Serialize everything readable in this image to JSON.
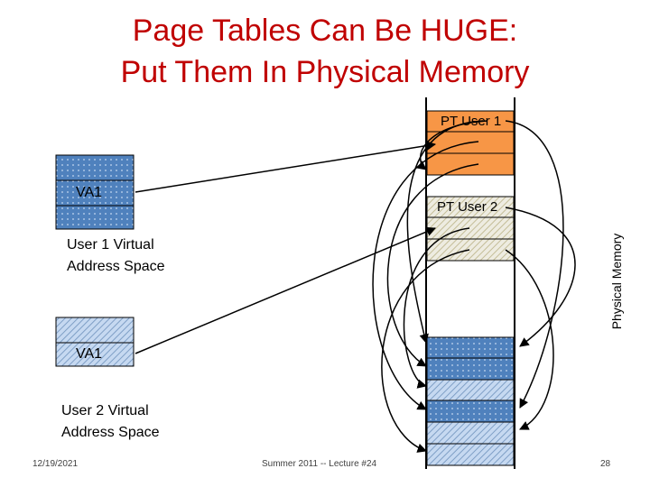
{
  "slide": {
    "title_line1": "Page Tables Can Be HUGE:",
    "title_line2": "Put Them In Physical Memory",
    "colors": {
      "title": "#c00000",
      "blue": "#4f81bd",
      "orange": "#f79646",
      "hatch": "#ddd9c3",
      "steel": "#8eb4e3"
    }
  },
  "diagram": {
    "pt_user1_label": "PT User 1",
    "pt_user2_label": "PT User 2",
    "physical_memory_label": "Physical Memory",
    "user1_va1_label": "VA1",
    "user2_va1_label": "VA1",
    "user1_space_line1": "User 1 Virtual",
    "user1_space_line2": "Address Space",
    "user2_space_line1": "User 2 Virtual",
    "user2_space_line2": "Address Space"
  },
  "footer": {
    "date": "12/19/2021",
    "course": "Summer 2011 -- Lecture #24",
    "page": "28"
  }
}
